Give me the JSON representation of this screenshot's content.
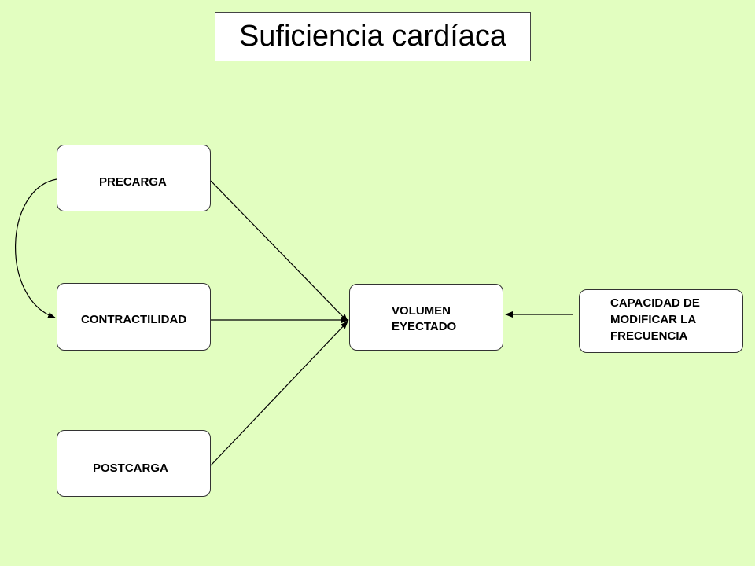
{
  "title": "Suficiencia cardíaca",
  "nodes": {
    "precarga": "PRECARGA",
    "contractilidad": "CONTRACTILIDAD",
    "postcarga": "POSTCARGA",
    "volumen": [
      "VOLUMEN",
      "EYECTADO"
    ],
    "capacidad": [
      "CAPACIDAD DE",
      "MODIFICAR LA",
      "FRECUENCIA"
    ]
  },
  "edges": [
    {
      "from": "precarga",
      "to": "volumen"
    },
    {
      "from": "contractilidad",
      "to": "volumen"
    },
    {
      "from": "postcarga",
      "to": "volumen"
    },
    {
      "from": "capacidad",
      "to": "volumen"
    },
    {
      "from": "precarga",
      "to": "contractilidad"
    }
  ],
  "colors": {
    "background": "#E2FEC0",
    "box": "#FFFFFF",
    "line": "#000000"
  }
}
